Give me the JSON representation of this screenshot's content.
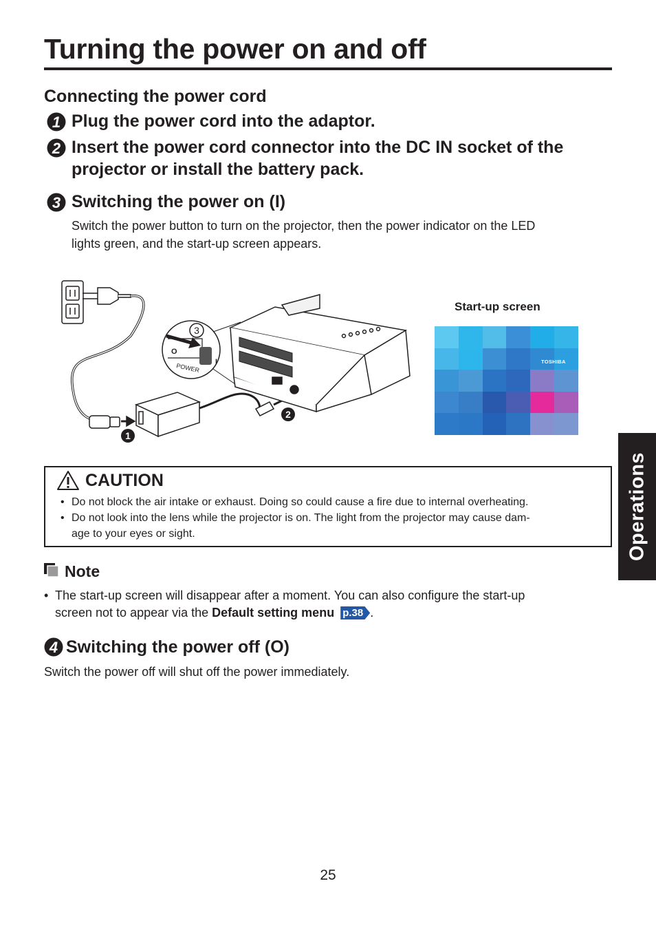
{
  "page": {
    "title": "Turning the power on and off",
    "side_tab": "Operations",
    "page_number": "25"
  },
  "section1": {
    "heading": "Connecting the power cord",
    "step1_num": "1",
    "step1": "Plug the power cord into the adaptor.",
    "step2_num": "2",
    "step2_line1": "Insert the power cord connector into the DC IN socket of the",
    "step2_line2": "projector or install the battery pack."
  },
  "section2": {
    "step3_num": "3",
    "heading": "Switching the power on (I)",
    "body_line1": "Switch the power button to turn on the projector, then the power indicator on the LED",
    "body_line2": "lights green, and the start-up screen appears."
  },
  "illustration": {
    "callout_1": "1",
    "callout_2": "2",
    "callout_3": "3",
    "switch_label": "POWER",
    "switch_off": "O",
    "switch_on": "I",
    "startup_label": "Start-up screen",
    "startup_logo": "TOSHIBA",
    "startup_tiles": [
      "#5ec9f0",
      "#2fb7ec",
      "#53bdea",
      "#3a8fd6",
      "#21aee8",
      "#36b5e8",
      "#47b6e8",
      "#2cb6ec",
      "#3d8fd3",
      "#2f78c8",
      "#2f8ad2",
      "#2b9fe0",
      "#3a95d6",
      "#4b99d5",
      "#2a74c3",
      "#2d68bd",
      "#8b7bc7",
      "#5d94d1",
      "#3d86d0",
      "#387ec7",
      "#2959ac",
      "#4a5db3",
      "#e52b9b",
      "#a95cb8",
      "#2d7bc8",
      "#2b78c7",
      "#2362b6",
      "#2e72c2",
      "#8891cf",
      "#7d98d1"
    ]
  },
  "caution": {
    "title": "CAUTION",
    "item1": "Do not block the air intake or exhaust. Doing so could cause a fire due to internal overheating.",
    "item2_line1": "Do not look into the lens while the projector is on. The light from the projector may cause dam-",
    "item2_line2": "age to your eyes or sight."
  },
  "note": {
    "title": "Note",
    "line1": "The start-up screen will disappear after a moment. You can also configure the start-up",
    "line2_prefix": "screen not to appear via the",
    "line2_bold": "Default setting menu",
    "ref": "p.38",
    "line2_suffix": "."
  },
  "section3": {
    "step4_num": "4",
    "heading": "Switching the power off (O)",
    "body": "Switch the power off will shut off the power immediately."
  },
  "colors": {
    "text": "#231f20",
    "ref_badge": "#2358a6",
    "badge_dark": "#231f20"
  }
}
